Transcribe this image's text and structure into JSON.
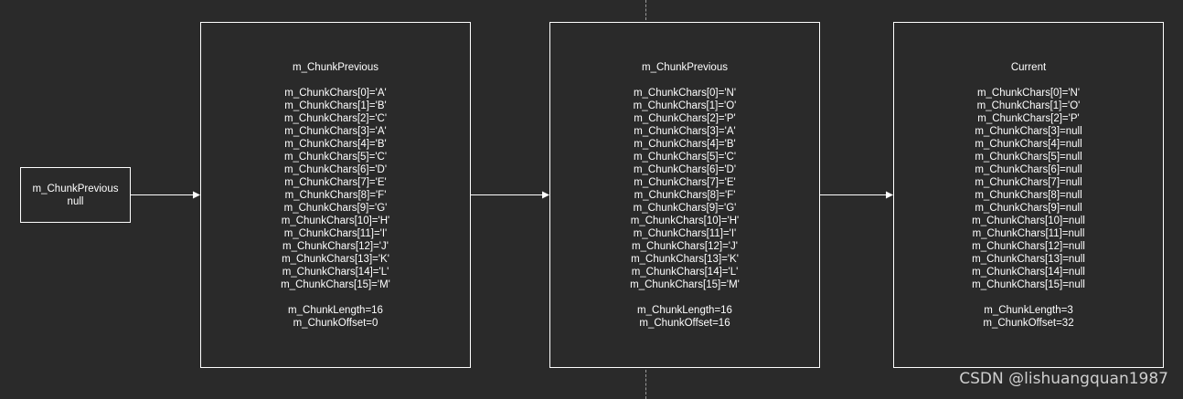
{
  "nodes": {
    "head": {
      "lines": [
        "m_ChunkPrevious",
        "null"
      ]
    },
    "chunk1": {
      "title": "m_ChunkPrevious",
      "chars": [
        "m_ChunkChars[0]='A'",
        "m_ChunkChars[1]='B'",
        "m_ChunkChars[2]='C'",
        "m_ChunkChars[3]='A'",
        "m_ChunkChars[4]='B'",
        "m_ChunkChars[5]='C'",
        "m_ChunkChars[6]='D'",
        "m_ChunkChars[7]='E'",
        "m_ChunkChars[8]='F'",
        "m_ChunkChars[9]='G'",
        "m_ChunkChars[10]='H'",
        "m_ChunkChars[11]='I'",
        "m_ChunkChars[12]='J'",
        "m_ChunkChars[13]='K'",
        "m_ChunkChars[14]='L'",
        "m_ChunkChars[15]='M'"
      ],
      "length": "m_ChunkLength=16",
      "offset": "m_ChunkOffset=0"
    },
    "chunk2": {
      "title": "m_ChunkPrevious",
      "chars": [
        "m_ChunkChars[0]='N'",
        "m_ChunkChars[1]='O'",
        "m_ChunkChars[2]='P'",
        "m_ChunkChars[3]='A'",
        "m_ChunkChars[4]='B'",
        "m_ChunkChars[5]='C'",
        "m_ChunkChars[6]='D'",
        "m_ChunkChars[7]='E'",
        "m_ChunkChars[8]='F'",
        "m_ChunkChars[9]='G'",
        "m_ChunkChars[10]='H'",
        "m_ChunkChars[11]='I'",
        "m_ChunkChars[12]='J'",
        "m_ChunkChars[13]='K'",
        "m_ChunkChars[14]='L'",
        "m_ChunkChars[15]='M'"
      ],
      "length": "m_ChunkLength=16",
      "offset": "m_ChunkOffset=16"
    },
    "current": {
      "title": "Current",
      "chars": [
        "m_ChunkChars[0]='N'",
        "m_ChunkChars[1]='O'",
        "m_ChunkChars[2]='P'",
        "m_ChunkChars[3]=null",
        "m_ChunkChars[4]=null",
        "m_ChunkChars[5]=null",
        "m_ChunkChars[6]=null",
        "m_ChunkChars[7]=null",
        "m_ChunkChars[8]=null",
        "m_ChunkChars[9]=null",
        "m_ChunkChars[10]=null",
        "m_ChunkChars[11]=null",
        "m_ChunkChars[12]=null",
        "m_ChunkChars[13]=null",
        "m_ChunkChars[14]=null",
        "m_ChunkChars[15]=null"
      ],
      "length": "m_ChunkLength=3",
      "offset": "m_ChunkOffset=32"
    }
  },
  "watermark": "CSDN @lishuangquan1987",
  "colors": {
    "background": "#2a2a2a",
    "stroke": "#ffffff",
    "divider": "#9a9a9a"
  }
}
